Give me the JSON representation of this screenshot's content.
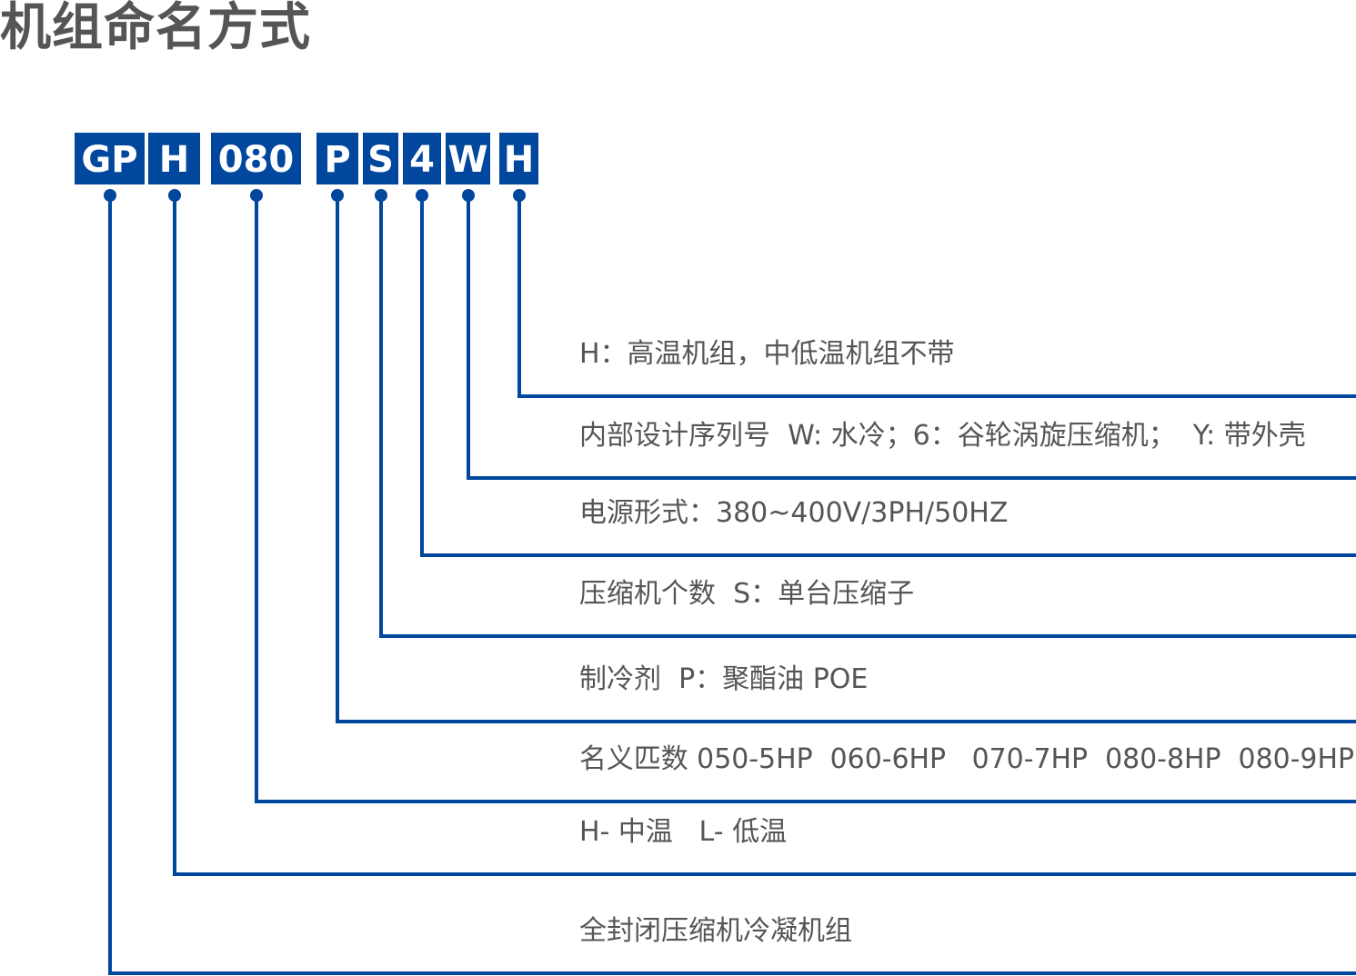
{
  "title": "机组命名方式",
  "colors": {
    "accent": "#00479d",
    "text": "#555555",
    "background": "#ffffff"
  },
  "code_segments": [
    {
      "label": "GP",
      "description": "全封闭压缩机冷凝机组"
    },
    {
      "label": "H",
      "description": "H- 中温   L- 低温"
    },
    {
      "label": "080",
      "description": "名义匹数 050-5HP  060-6HP   070-7HP  080-8HP  080-9HP"
    },
    {
      "label": "P",
      "description": "制冷剂  P：聚酯油 POE"
    },
    {
      "label": "S",
      "description": "压缩机个数  S：单台压缩子"
    },
    {
      "label": "4",
      "description": "电源形式：380~400V/3PH/50HZ"
    },
    {
      "label": "W",
      "description": "内部设计序列号  W: 水冷；6：谷轮涡旋压缩机；  Y: 带外壳"
    },
    {
      "label": "H",
      "description": "H：高温机组，中低温机组不带"
    }
  ]
}
